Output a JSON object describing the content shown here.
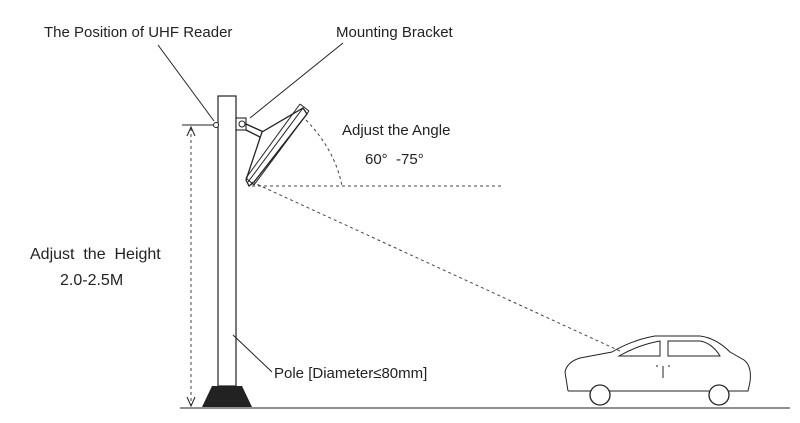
{
  "labels": {
    "reader_position": "The Position of UHF Reader",
    "mounting_bracket": "Mounting Bracket",
    "adjust_angle": "Adjust the Angle",
    "angle_range": "60°  -75°",
    "adjust_height": "Adjust  the  Height",
    "height_range": "2.0-2.5M",
    "pole": "Pole [Diameter≤80mm]"
  },
  "colors": {
    "line": "#222222",
    "base": "#222222",
    "background": "#ffffff"
  }
}
